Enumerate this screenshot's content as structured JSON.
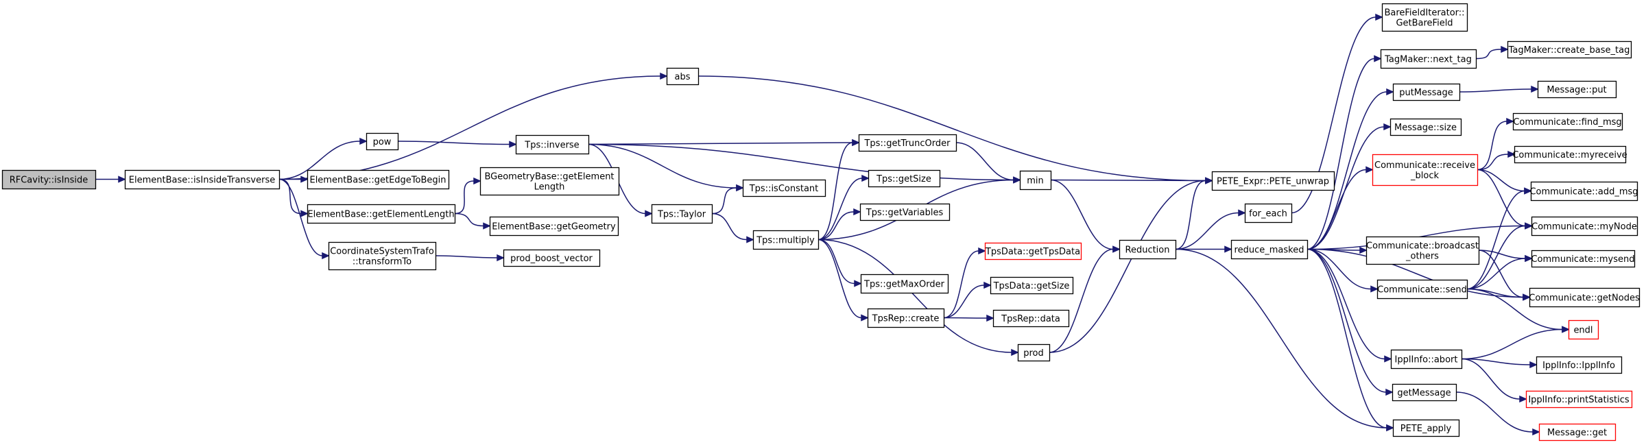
{
  "colors": {
    "edge": "#191970",
    "node_border": "#000000",
    "truncated_border": "#ff0000",
    "root_fill": "#bfbfbf",
    "node_fill": "#ffffff"
  },
  "nodes": {
    "rfcavity_isinside": {
      "lines": [
        "RFCavity::isInside"
      ],
      "kind": "root"
    },
    "elementbase_isinsidetransverse": {
      "lines": [
        "ElementBase::isInsideTransverse"
      ],
      "kind": "normal"
    },
    "abs": {
      "lines": [
        "abs"
      ],
      "kind": "normal"
    },
    "pow": {
      "lines": [
        "pow"
      ],
      "kind": "normal"
    },
    "elementbase_getedgetobegin": {
      "lines": [
        "ElementBase::getEdgeToBegin"
      ],
      "kind": "normal"
    },
    "elementbase_getelementlength": {
      "lines": [
        "ElementBase::getElementLength"
      ],
      "kind": "normal"
    },
    "coordinatesystemtrafo_transformto": {
      "lines": [
        "CoordinateSystemTrafo",
        "::transformTo"
      ],
      "kind": "normal"
    },
    "bgeometrybase_getelementlength": {
      "lines": [
        "BGeometryBase::getElement",
        "Length"
      ],
      "kind": "normal"
    },
    "elementbase_getgeometry": {
      "lines": [
        "ElementBase::getGeometry"
      ],
      "kind": "normal"
    },
    "prod_boost_vector": {
      "lines": [
        "prod_boost_vector"
      ],
      "kind": "normal"
    },
    "tps_inverse": {
      "lines": [
        "Tps::inverse"
      ],
      "kind": "normal"
    },
    "tps_taylor": {
      "lines": [
        "Tps::Taylor"
      ],
      "kind": "normal"
    },
    "tps_isconstant": {
      "lines": [
        "Tps::isConstant"
      ],
      "kind": "normal"
    },
    "tps_multiply": {
      "lines": [
        "Tps::multiply"
      ],
      "kind": "normal"
    },
    "tps_gettruncorder": {
      "lines": [
        "Tps::getTruncOrder"
      ],
      "kind": "normal"
    },
    "tps_getsize": {
      "lines": [
        "Tps::getSize"
      ],
      "kind": "normal"
    },
    "tps_getvariables": {
      "lines": [
        "Tps::getVariables"
      ],
      "kind": "normal"
    },
    "tps_getmaxorder": {
      "lines": [
        "Tps::getMaxOrder"
      ],
      "kind": "normal"
    },
    "tpsrep_create": {
      "lines": [
        "TpsRep::create"
      ],
      "kind": "normal"
    },
    "tpsdata_gettpsdata": {
      "lines": [
        "TpsData::getTpsData"
      ],
      "kind": "truncated"
    },
    "tpsdata_getsize": {
      "lines": [
        "TpsData::getSize"
      ],
      "kind": "normal"
    },
    "tpsrep_data": {
      "lines": [
        "TpsRep::data"
      ],
      "kind": "normal"
    },
    "prod": {
      "lines": [
        "prod"
      ],
      "kind": "normal"
    },
    "min": {
      "lines": [
        "min"
      ],
      "kind": "normal"
    },
    "pete_expr_pete_unwrap": {
      "lines": [
        "PETE_Expr::PETE_unwrap"
      ],
      "kind": "normal"
    },
    "reduction": {
      "lines": [
        "Reduction"
      ],
      "kind": "normal"
    },
    "for_each": {
      "lines": [
        "for_each"
      ],
      "kind": "normal"
    },
    "reduce_masked": {
      "lines": [
        "reduce_masked"
      ],
      "kind": "normal"
    },
    "barefielditerator_getbarefield": {
      "lines": [
        "BareFieldIterator::",
        "GetBareField"
      ],
      "kind": "normal"
    },
    "tagmaker_next_tag": {
      "lines": [
        "TagMaker::next_tag"
      ],
      "kind": "normal"
    },
    "tagmaker_create_base_tag": {
      "lines": [
        "TagMaker::create_base_tag"
      ],
      "kind": "normal"
    },
    "putmessage": {
      "lines": [
        "putMessage"
      ],
      "kind": "normal"
    },
    "message_put": {
      "lines": [
        "Message::put"
      ],
      "kind": "normal"
    },
    "message_size": {
      "lines": [
        "Message::size"
      ],
      "kind": "normal"
    },
    "communicate_receive_block": {
      "lines": [
        "Communicate::receive",
        "_block"
      ],
      "kind": "truncated"
    },
    "communicate_find_msg": {
      "lines": [
        "Communicate::find_msg"
      ],
      "kind": "normal"
    },
    "communicate_myreceive": {
      "lines": [
        "Communicate::myreceive"
      ],
      "kind": "normal"
    },
    "communicate_add_msg": {
      "lines": [
        "Communicate::add_msg"
      ],
      "kind": "normal"
    },
    "communicate_mynode": {
      "lines": [
        "Communicate::myNode"
      ],
      "kind": "normal"
    },
    "communicate_broadcast_others": {
      "lines": [
        "Communicate::broadcast",
        "_others"
      ],
      "kind": "normal"
    },
    "communicate_mysend": {
      "lines": [
        "Communicate::mysend"
      ],
      "kind": "normal"
    },
    "communicate_send": {
      "lines": [
        "Communicate::send"
      ],
      "kind": "normal"
    },
    "communicate_getnodes": {
      "lines": [
        "Communicate::getNodes"
      ],
      "kind": "normal"
    },
    "endl": {
      "lines": [
        "endl"
      ],
      "kind": "truncated"
    },
    "ipplinfo_abort": {
      "lines": [
        "IpplInfo::abort"
      ],
      "kind": "normal"
    },
    "ipplinfo_ipplinfo": {
      "lines": [
        "IpplInfo::IpplInfo"
      ],
      "kind": "normal"
    },
    "ipplinfo_printstatistics": {
      "lines": [
        "IpplInfo::printStatistics"
      ],
      "kind": "truncated"
    },
    "getmessage": {
      "lines": [
        "getMessage"
      ],
      "kind": "normal"
    },
    "message_get": {
      "lines": [
        "Message::get"
      ],
      "kind": "truncated"
    },
    "pete_apply": {
      "lines": [
        "PETE_apply"
      ],
      "kind": "normal"
    }
  },
  "edges": [
    [
      "rfcavity_isinside",
      "elementbase_isinsidetransverse"
    ],
    [
      "elementbase_isinsidetransverse",
      "abs"
    ],
    [
      "elementbase_isinsidetransverse",
      "pow"
    ],
    [
      "elementbase_isinsidetransverse",
      "elementbase_getedgetobegin"
    ],
    [
      "elementbase_isinsidetransverse",
      "elementbase_getelementlength"
    ],
    [
      "elementbase_isinsidetransverse",
      "coordinatesystemtrafo_transformto"
    ],
    [
      "elementbase_getelementlength",
      "bgeometrybase_getelementlength"
    ],
    [
      "elementbase_getelementlength",
      "elementbase_getgeometry"
    ],
    [
      "coordinatesystemtrafo_transformto",
      "prod_boost_vector"
    ],
    [
      "abs",
      "pete_expr_pete_unwrap"
    ],
    [
      "pow",
      "tps_inverse"
    ],
    [
      "tps_inverse",
      "min"
    ],
    [
      "tps_inverse",
      "tps_gettruncorder"
    ],
    [
      "tps_inverse",
      "tps_isconstant"
    ],
    [
      "tps_inverse",
      "tps_taylor"
    ],
    [
      "tps_taylor",
      "tps_isconstant"
    ],
    [
      "tps_taylor",
      "tps_multiply"
    ],
    [
      "tps_multiply",
      "tps_gettruncorder"
    ],
    [
      "tps_multiply",
      "tps_getsize"
    ],
    [
      "tps_multiply",
      "tps_getvariables"
    ],
    [
      "tps_multiply",
      "min"
    ],
    [
      "tps_multiply",
      "tps_getmaxorder"
    ],
    [
      "tps_multiply",
      "tpsrep_create"
    ],
    [
      "tps_multiply",
      "prod"
    ],
    [
      "tps_gettruncorder",
      "min"
    ],
    [
      "tpsrep_create",
      "tpsdata_gettpsdata"
    ],
    [
      "tpsrep_create",
      "tpsdata_getsize"
    ],
    [
      "tpsrep_create",
      "tpsrep_data"
    ],
    [
      "prod",
      "pete_expr_pete_unwrap"
    ],
    [
      "prod",
      "reduction"
    ],
    [
      "min",
      "pete_expr_pete_unwrap"
    ],
    [
      "min",
      "reduction"
    ],
    [
      "reduction",
      "pete_expr_pete_unwrap"
    ],
    [
      "reduction",
      "for_each"
    ],
    [
      "reduction",
      "reduce_masked"
    ],
    [
      "reduction",
      "pete_apply"
    ],
    [
      "for_each",
      "barefielditerator_getbarefield"
    ],
    [
      "reduce_masked",
      "tagmaker_next_tag"
    ],
    [
      "reduce_masked",
      "putmessage"
    ],
    [
      "reduce_masked",
      "message_size"
    ],
    [
      "reduce_masked",
      "communicate_receive_block"
    ],
    [
      "reduce_masked",
      "communicate_mynode"
    ],
    [
      "reduce_masked",
      "communicate_broadcast_others"
    ],
    [
      "reduce_masked",
      "communicate_send"
    ],
    [
      "reduce_masked",
      "communicate_getnodes"
    ],
    [
      "reduce_masked",
      "ipplinfo_abort"
    ],
    [
      "reduce_masked",
      "getmessage"
    ],
    [
      "reduce_masked",
      "pete_apply"
    ],
    [
      "tagmaker_next_tag",
      "tagmaker_create_base_tag"
    ],
    [
      "putmessage",
      "message_put"
    ],
    [
      "communicate_receive_block",
      "communicate_find_msg"
    ],
    [
      "communicate_receive_block",
      "communicate_myreceive"
    ],
    [
      "communicate_receive_block",
      "communicate_add_msg"
    ],
    [
      "communicate_receive_block",
      "communicate_mynode"
    ],
    [
      "communicate_broadcast_others",
      "communicate_mysend"
    ],
    [
      "communicate_broadcast_others",
      "communicate_getnodes"
    ],
    [
      "communicate_send",
      "communicate_add_msg"
    ],
    [
      "communicate_send",
      "communicate_mynode"
    ],
    [
      "communicate_send",
      "communicate_mysend"
    ],
    [
      "communicate_send",
      "communicate_getnodes"
    ],
    [
      "communicate_send",
      "endl"
    ],
    [
      "ipplinfo_abort",
      "endl"
    ],
    [
      "ipplinfo_abort",
      "ipplinfo_ipplinfo"
    ],
    [
      "ipplinfo_abort",
      "ipplinfo_printstatistics"
    ],
    [
      "getmessage",
      "message_get"
    ]
  ]
}
